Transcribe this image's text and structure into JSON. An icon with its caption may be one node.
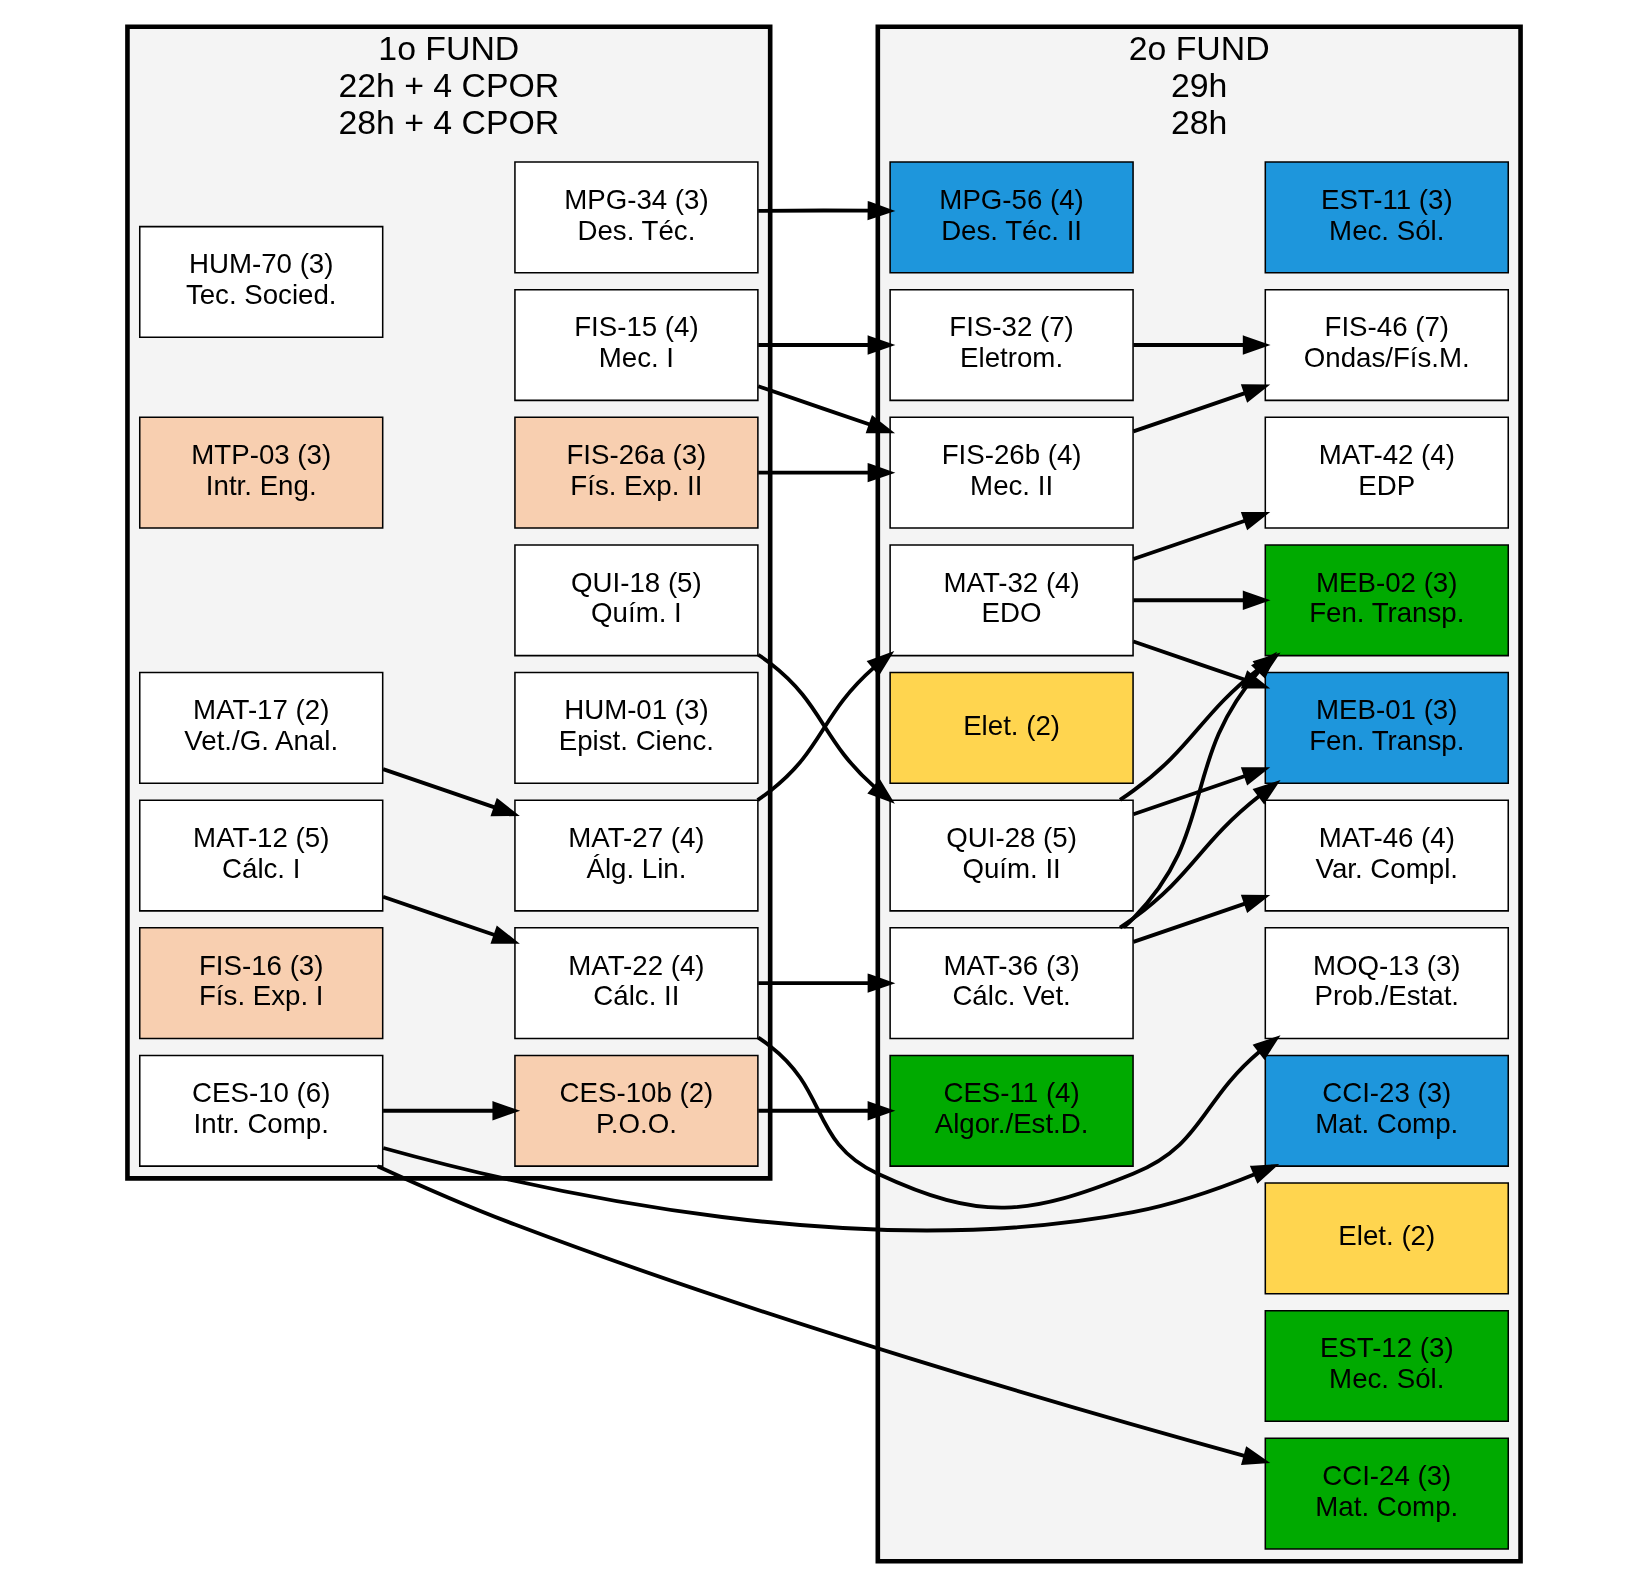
{
  "diagram": {
    "nodes": [
      {
        "text": [
          "1o FUND",
          "22h + 4 CPOR",
          "28h + 4 CPOR"
        ]
      },
      {
        "text": [
          "HUM-70 (3)",
          "Tec. Socied."
        ],
        "in": 0
      },
      {
        "text": [
          "MTP-03 (3)",
          "Intr. Eng."
        ],
        "in": 0
      },
      {
        "text": [
          "MAT-12 (5)",
          "Cálc. I"
        ],
        "in": 0
      },
      {
        "text": [
          "MAT-17 (2)",
          "Vet./G. Anal."
        ],
        "in": 0
      },
      {
        "text": [
          "FIS-16 (3)",
          "Fís. Exp. I"
        ],
        "in": 0
      },
      {
        "text": [
          "CES-10 (6)",
          "Intr. Comp."
        ],
        "in": 0
      },
      {
        "text": [
          "MPG-34 (3)",
          "Des. Téc."
        ],
        "in": 0
      },
      {
        "text": [
          "HUM-01 (3)",
          "Epist. Cienc."
        ],
        "in": 0
      },
      {
        "text": [
          "QUI-18 (5)",
          "Quím. I"
        ],
        "in": 0
      },
      {
        "text": [
          "MAT-22 (4)",
          "Cálc. II"
        ],
        "in": 0
      },
      {
        "text": [
          "MAT-27 (4)",
          "Álg. Lin."
        ],
        "in": 0
      },
      {
        "text": [
          "FIS-15 (4)",
          "Mec. I"
        ],
        "in": 0
      },
      {
        "text": [
          "FIS-26a (3)",
          "Fís. Exp. II"
        ],
        "in": 0
      },
      {
        "text": [
          "CES-10b (2)",
          "P.O.O."
        ],
        "in": 0
      },
      {
        "text": [
          "2o FUND",
          "29h",
          "28h"
        ]
      },
      {
        "text": [
          "MPG-56 (4)",
          "Des. Téc. II"
        ],
        "in": 15
      },
      {
        "text": [
          "QUI-28 (5)",
          "Quím. II"
        ],
        "in": 15
      },
      {
        "text": [
          "MAT-36 (3)",
          "Cálc. Vet."
        ],
        "in": 15
      },
      {
        "text": [
          "MAT-32 (4)",
          "EDO"
        ],
        "in": 15
      },
      {
        "text": [
          "Elet. (2)"
        ],
        "in": 15
      },
      {
        "text": [
          "FIS-26b (4)",
          "Mec. II"
        ],
        "in": 15
      },
      {
        "text": [
          "FIS-32 (7)",
          "Eletrom."
        ],
        "in": 15
      },
      {
        "text": [
          "CES-11 (4)",
          "Algor./Est.D."
        ],
        "in": 15
      },
      {
        "text": [
          "EST-11 (3)",
          "Mec. Sól."
        ],
        "in": 15
      },
      {
        "text": [
          "MEB-01 (3)",
          "Fen. Transp."
        ],
        "in": 15
      },
      {
        "text": [
          "CCI-23 (3)",
          "Mat. Comp."
        ],
        "in": 15
      },
      {
        "text": [
          "MOQ-13 (3)",
          "Prob./Estat."
        ],
        "in": 15
      },
      {
        "text": [
          "MAT-46 (4)",
          "Var. Compl."
        ],
        "in": 15
      },
      {
        "text": [
          "MAT-42 (4)",
          "EDP"
        ],
        "in": 15
      },
      {
        "text": [
          "Elet. (2)"
        ],
        "in": 15
      },
      {
        "text": [
          "FIS-46 (7)",
          "Ondas/Fís.M."
        ],
        "in": 15
      },
      {
        "text": [
          "MEB-02 (3)",
          "Fen. Transp."
        ],
        "in": 15
      },
      {
        "text": [
          "EST-12 (3)",
          "Mec. Sól."
        ],
        "in": 15
      },
      {
        "text": [
          "CCI-24 (3)",
          "Mat. Comp."
        ],
        "in": 15
      }
    ],
    "edges": [
      {
        "from": 7,
        "to": 16,
        "arrow": "to"
      },
      {
        "from": 9,
        "to": 17,
        "arrow": "to"
      },
      {
        "from": 3,
        "to": 10,
        "arrow": "to"
      },
      {
        "from": 4,
        "to": 11,
        "arrow": "to"
      },
      {
        "from": 10,
        "to": 18,
        "arrow": "to"
      },
      {
        "from": 10,
        "to": 27,
        "arrow": "to"
      },
      {
        "from": 11,
        "to": 19,
        "arrow": "to"
      },
      {
        "from": 6,
        "to": 26,
        "arrow": "to"
      },
      {
        "from": 6,
        "to": 14,
        "arrow": "to"
      },
      {
        "from": 6,
        "to": 34,
        "arrow": "to"
      },
      {
        "from": 12,
        "to": 21,
        "arrow": "to"
      },
      {
        "from": 12,
        "to": 22,
        "arrow": "to"
      },
      {
        "from": 13,
        "to": 21,
        "arrow": "to"
      },
      {
        "from": 14,
        "to": 23,
        "arrow": "to"
      },
      {
        "from": 17,
        "to": 25,
        "arrow": "to"
      },
      {
        "from": 17,
        "to": 32,
        "arrow": "to"
      },
      {
        "from": 18,
        "to": 25,
        "arrow": "to"
      },
      {
        "from": 18,
        "to": 28,
        "arrow": "to"
      },
      {
        "from": 18,
        "to": 32,
        "arrow": "to"
      },
      {
        "from": 19,
        "to": 25,
        "arrow": "to"
      },
      {
        "from": 19,
        "to": 29,
        "arrow": "to"
      },
      {
        "from": 19,
        "to": 32,
        "arrow": "to"
      },
      {
        "from": 21,
        "to": 31,
        "arrow": "to"
      },
      {
        "from": 22,
        "to": 31,
        "arrow": "to"
      }
    ]
  }
}
